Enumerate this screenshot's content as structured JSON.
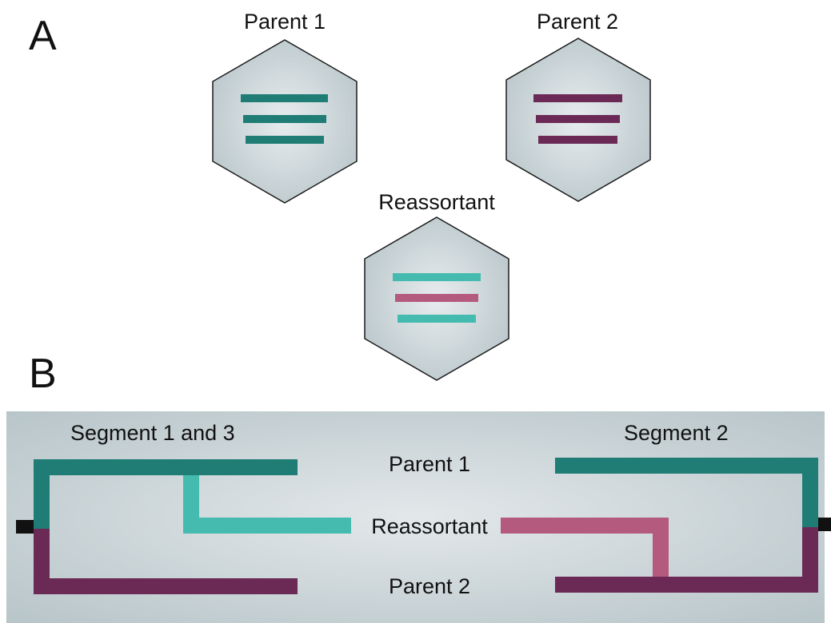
{
  "panel_a": {
    "letter": "A",
    "parent1_label": "Parent 1",
    "parent2_label": "Parent 2",
    "reassortant_label": "Reassortant"
  },
  "panel_b": {
    "letter": "B",
    "segment_left_label": "Segment 1 and 3",
    "segment_right_label": "Segment 2",
    "parent1_label": "Parent 1",
    "reassortant_label": "Reassortant",
    "parent2_label": "Parent 2"
  },
  "colors": {
    "parent1_segment": "#1f7d75",
    "parent2_segment": "#6b2a56",
    "reassortant_from_parent1": "#45bbb0",
    "reassortant_from_parent2": "#b45a7e",
    "virion_fill_center": "#e7ecee",
    "virion_fill_edge": "#b9c6ca",
    "virion_outline": "#1a1a1a",
    "tree_background_center": "#e3e8ea",
    "tree_background_edge": "#b8c5c9",
    "root_stub": "#111111"
  },
  "virions": {
    "parent1_segments": [
      "parent1",
      "parent1",
      "parent1"
    ],
    "parent2_segments": [
      "parent2",
      "parent2",
      "parent2"
    ],
    "reassortant_segments": [
      "from_parent1",
      "from_parent2",
      "from_parent1"
    ]
  }
}
